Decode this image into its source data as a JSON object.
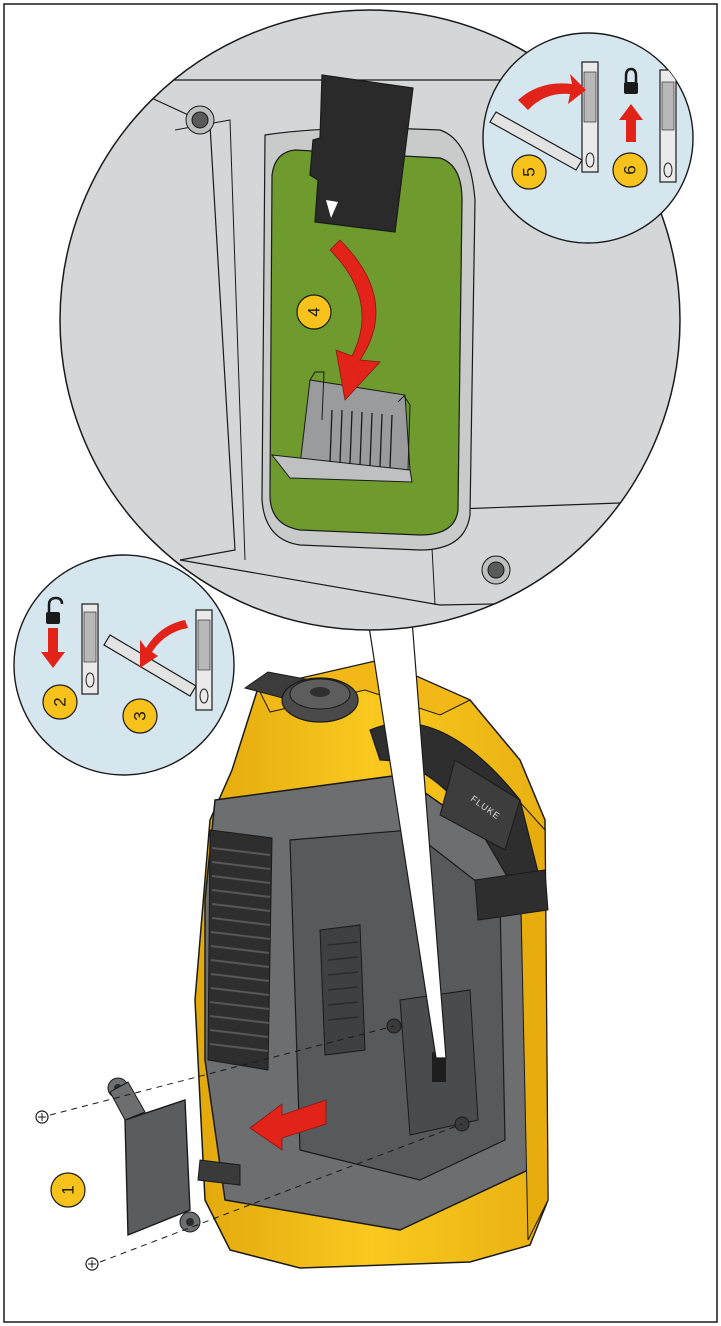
{
  "figure": {
    "steps": [
      {
        "number": "1",
        "text": "1"
      },
      {
        "number": "2",
        "text": "2"
      },
      {
        "number": "3",
        "text": "3"
      },
      {
        "number": "4",
        "text": "4"
      },
      {
        "number": "5",
        "text": "5"
      },
      {
        "number": "6",
        "text": "6"
      }
    ],
    "device_brand": "FLUKE",
    "colors": {
      "device_yellow": "#f7c21b",
      "device_gray": "#6d6e70",
      "detail_circle": "#d5d6d7",
      "inset_circle": "#d6e6ef",
      "circuit_board": "#6f9a2e",
      "arrow_red": "#e2231a",
      "badge_yellow": "#f7c21b",
      "outline": "#1a1a1a"
    }
  }
}
